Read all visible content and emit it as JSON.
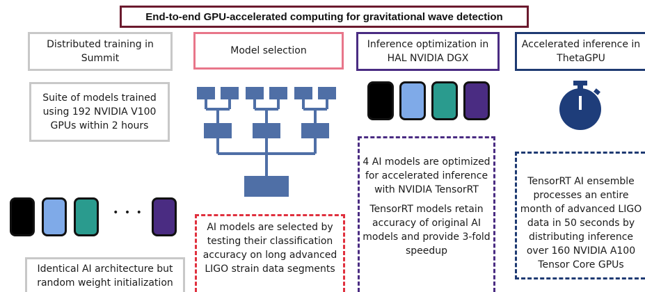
{
  "title": "End-to-end GPU-accelerated computing for gravitational wave detection",
  "columns": [
    {
      "header": "Distributed training in Summit",
      "description": "Suite of models trained using 192 NVIDIA V100 GPUs within 2 hours",
      "note": "Identical AI architecture but random weight initialization",
      "ellipsis": "• • •"
    },
    {
      "header": "Model selection",
      "description": "AI models are selected by testing their classification accuracy on long advanced LIGO strain data segments"
    },
    {
      "header": "Inference optimization in HAL NVIDIA DGX",
      "description_1": "4 AI models are optimized for accelerated inference with NVIDIA TensorRT",
      "description_2": "TensorRT models retain accuracy of original AI models and provide 3-fold speedup"
    },
    {
      "header": "Accelerated inference in ThetaGPU",
      "description": "TensorRT AI ensemble processes an entire month of advanced LIGO data in 50 seconds by distributing inference over 160 NVIDIA A100 Tensor Core GPUs"
    }
  ],
  "colors": {
    "title_border": "#6b1a2e",
    "col1_border": "#c8c8c8",
    "col2_border": "#e8768a",
    "col2_desc_border": "#e0303e",
    "col3_border": "#4a2c82",
    "col4_border": "#1e3a72",
    "tree": "#4f6fa6",
    "stopwatch": "#1e3d7a",
    "model_colors": [
      "#000000",
      "#7faae8",
      "#2a9b8e",
      "#4a2c82"
    ]
  },
  "icons": {
    "models": "model-cards-icon",
    "tree": "model-selection-tree-icon",
    "stopwatch": "stopwatch-icon"
  }
}
